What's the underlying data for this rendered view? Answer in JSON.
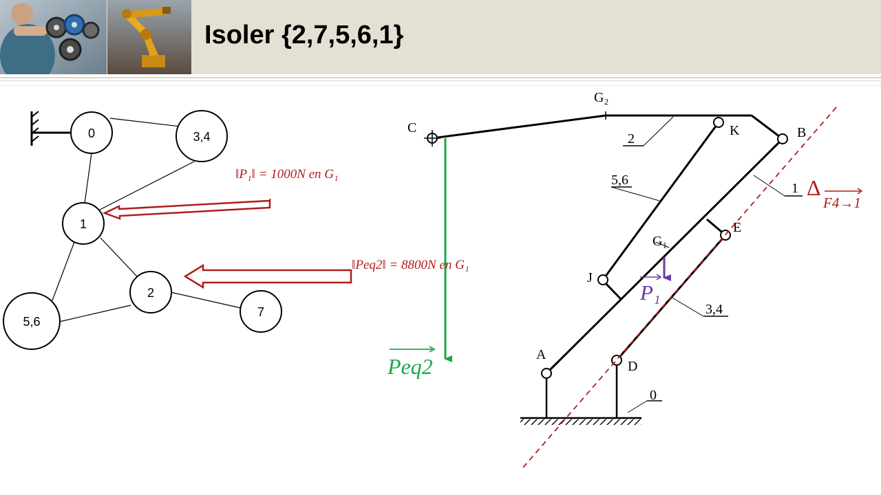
{
  "header": {
    "title": "Isoler {2,7,5,6,1}"
  },
  "graph": {
    "nodes": [
      "0",
      "3,4",
      "1",
      "2",
      "5,6",
      "7"
    ]
  },
  "forces": {
    "p1_label": "‖P₁‖ = 1000N en G₁",
    "peq2_label": "‖Peq2‖ = 8800N en G₁"
  },
  "mechanism": {
    "points": [
      "C",
      "G₂",
      "K",
      "B",
      "2",
      "5,6",
      "1",
      "E",
      "G₁",
      "J",
      "3,4",
      "A",
      "D",
      "0"
    ],
    "peq2_vector": "Peq2",
    "p1_vector": "P₁",
    "delta_label": "Δ",
    "delta_subscript": "F4→1"
  },
  "colors": {
    "force_red": "#b01c1c",
    "peq2_green": "#1aa84a",
    "p1_purple": "#6a3aa8",
    "header_bg": "#e3e0d4"
  }
}
